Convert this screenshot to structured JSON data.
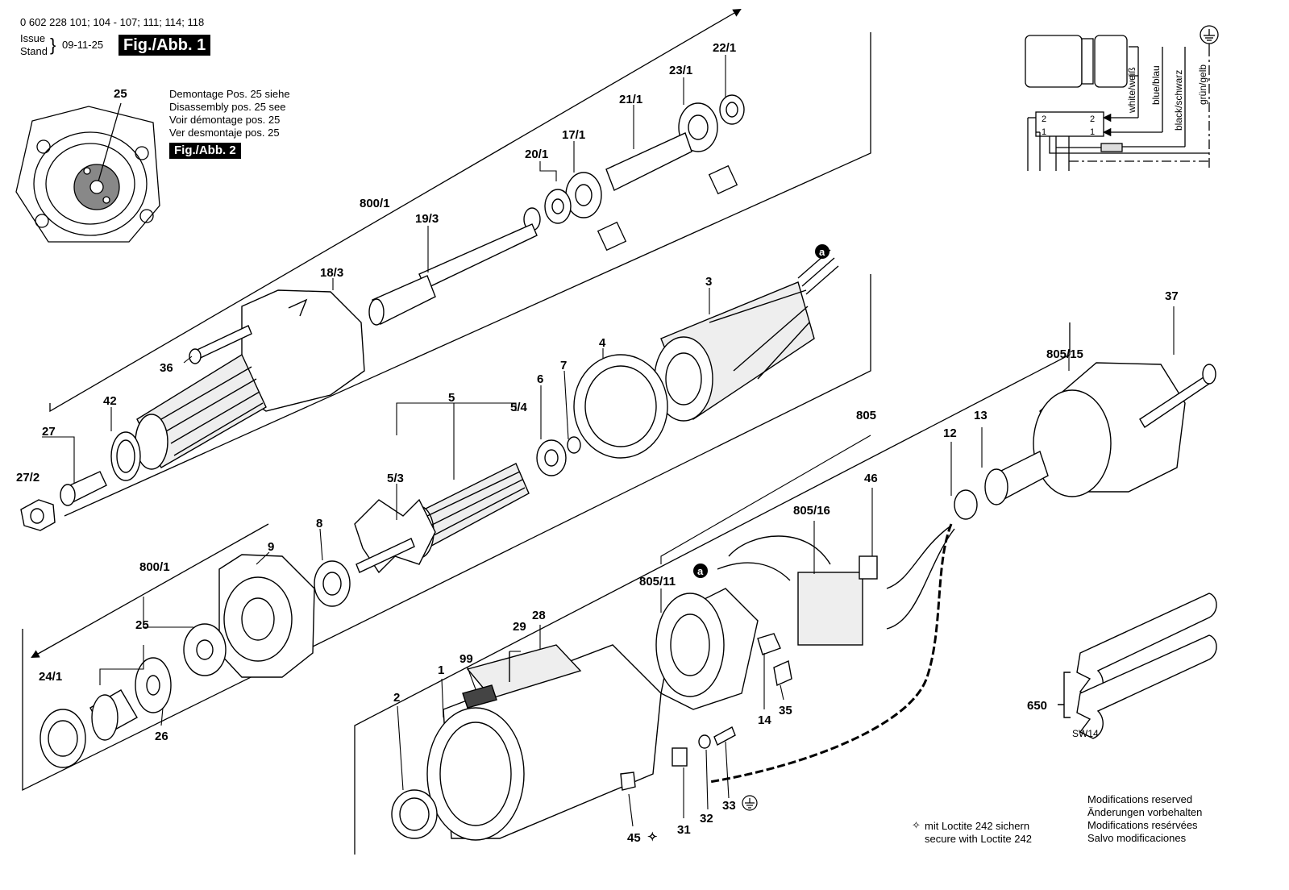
{
  "header": {
    "part_numbers": "0 602 228 101; 104 - 107; 111; 114; 118",
    "issue_label": "Issue",
    "stand_label": "Stand",
    "date": "09-11-25",
    "figure_title": "Fig./Abb. 1"
  },
  "disassembly_note": {
    "lines": [
      "Demontage Pos. 25 siehe",
      "Disassembly pos. 25 see",
      "Voir démontage pos. 25",
      "Ver desmontaje pos. 25"
    ],
    "figure_ref": "Fig./Abb. 2"
  },
  "wiring": {
    "wire_labels": [
      "white/weiß",
      "blue/blau",
      "black/schwarz",
      "grün/gelb"
    ],
    "terminal_labels": [
      "2",
      "2",
      "1",
      "1"
    ]
  },
  "part_labels": [
    "25",
    "22/1",
    "23/1",
    "21/1",
    "17/1",
    "20/1",
    "800/1",
    "19/3",
    "18/3",
    "36",
    "42",
    "27",
    "27/2",
    "3",
    "4",
    "7",
    "6",
    "5",
    "5/4",
    "5/3",
    "8",
    "9",
    "800/1",
    "25",
    "24/1",
    "26",
    "37",
    "805/15",
    "805",
    "13",
    "12",
    "46",
    "805/16",
    "805/11",
    "29",
    "28",
    "99",
    "1",
    "2",
    "14",
    "35",
    "650",
    "31",
    "32",
    "33",
    "45"
  ],
  "connection_markers": [
    "a",
    "a"
  ],
  "tool_label": "SW14",
  "loctite_note": [
    "mit Loctite 242 sichern",
    "secure with Loctite 242"
  ],
  "modifications": [
    "Modifications reserved",
    "Änderungen vorbehalten",
    "Modifications resérvées",
    "Salvo modificaciones"
  ],
  "colors": {
    "ink": "#000000",
    "shade": "#dddddd",
    "paper": "#ffffff"
  }
}
